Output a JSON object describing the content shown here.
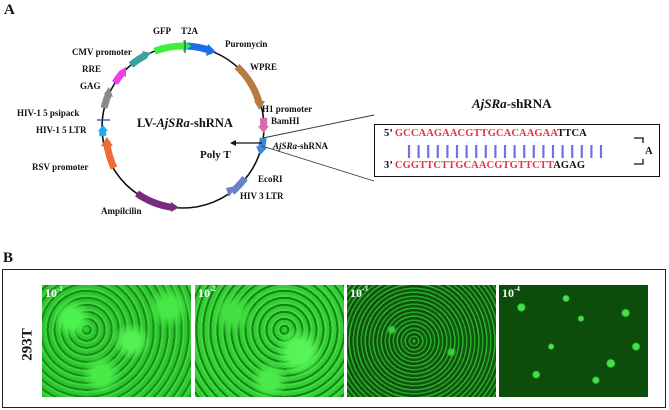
{
  "panel_a": {
    "letter": "A",
    "plasmid": {
      "name_prefix": "LV-",
      "name_italic": "AjSRa",
      "name_suffix": "-shRNA",
      "features": [
        {
          "label": "GFP",
          "color": "#3ef03e"
        },
        {
          "label": "T2A",
          "color": "#2b4aa0"
        },
        {
          "label": "Puromycin",
          "color": "#1a6ee8"
        },
        {
          "label": "WPRE",
          "color": "#b87a44"
        },
        {
          "label": "H1 promoter",
          "color": "#d86aa8"
        },
        {
          "label": "BamHI",
          "color": "#d86aa8"
        },
        {
          "label": "AjSRa-shRNA",
          "color": "#3a86d8"
        },
        {
          "label": "Poly T",
          "color": "#111111"
        },
        {
          "label": "EcoRI",
          "color": "#111111"
        },
        {
          "label": "HIV 3 LTR",
          "color": "#6c82c8"
        },
        {
          "label": "Ampilcilin",
          "color": "#7a2a7e"
        },
        {
          "label": "RSV promoter",
          "color": "#f06a38"
        },
        {
          "label": "HIV-1 5 LTR",
          "color": "#22aaee"
        },
        {
          "label": "HIV-1 5 psipack",
          "color": "#2b4aa0"
        },
        {
          "label": "GAG",
          "color": "#8a8a8a"
        },
        {
          "label": "RRE",
          "color": "#ee3ee8"
        },
        {
          "label": "CMV promoter",
          "color": "#3aa0a0"
        }
      ]
    },
    "shrna": {
      "title_italic": "AjSRa",
      "title_suffix": "-shRNA",
      "top_prefix": "5’",
      "top_red": "GCCAAGAACGTTGCACAAGAA",
      "top_black": "TTCA",
      "bottom_prefix": "3’",
      "bottom_red": "CGGTTCTTGCAACGTGTTCTT",
      "bottom_black": "AGAG",
      "loop": "A",
      "pair_count": 21,
      "pair_color": "#7070e8"
    }
  },
  "panel_b": {
    "letter": "B",
    "cell_line": "293T",
    "dilutions": [
      {
        "base": "10",
        "exp": "-1"
      },
      {
        "base": "10",
        "exp": "-2"
      },
      {
        "base": "10",
        "exp": "-3"
      },
      {
        "base": "10",
        "exp": "-4"
      }
    ]
  }
}
